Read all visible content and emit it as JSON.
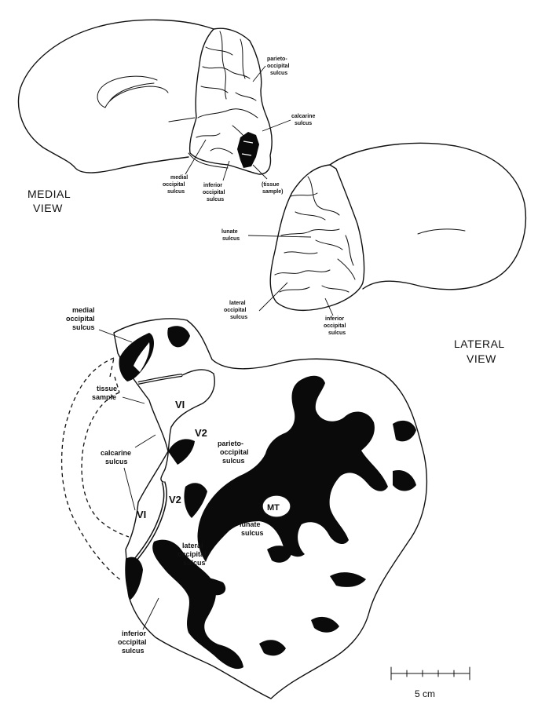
{
  "views": {
    "medial": [
      "MEDIAL",
      "VIEW"
    ],
    "lateral": [
      "LATERAL",
      "VIEW"
    ]
  },
  "medial_labels": {
    "parieto": [
      "parieto-",
      "occipital",
      "sulcus"
    ],
    "calcarine": [
      "calcarine",
      "sulcus"
    ],
    "medial_occ": [
      "medial",
      "occipital",
      "sulcus"
    ],
    "inferior_occ": [
      "inferior",
      "occipital",
      "sulcus"
    ],
    "tissue": [
      "(tissue",
      "sample)"
    ]
  },
  "lateral_labels": {
    "lunate": [
      "lunate",
      "sulcus"
    ],
    "lateral_occ": [
      "lateral",
      "occipital",
      "sulcus"
    ],
    "inferior_occ": [
      "inferior",
      "occipital",
      "sulcus"
    ]
  },
  "flatmap_labels": {
    "medial_occ": [
      "medial",
      "occipital",
      "sulcus"
    ],
    "tissue": [
      "tissue",
      "sample"
    ],
    "calcarine": [
      "calcarine",
      "sulcus"
    ],
    "parieto": [
      "parieto-",
      "occipital",
      "sulcus"
    ],
    "lunate": [
      "lunate",
      "sulcus"
    ],
    "lateral_occ": [
      "lateral",
      "occipital",
      "sulcus"
    ],
    "inferior_occ": [
      "inferior",
      "occipital",
      "sulcus"
    ],
    "v1_upper": "VI",
    "v1_lower": "VI",
    "v2_upper": "V2",
    "v2_lower": "V2",
    "mt": "MT"
  },
  "scale_bar": {
    "label": "5 cm"
  }
}
